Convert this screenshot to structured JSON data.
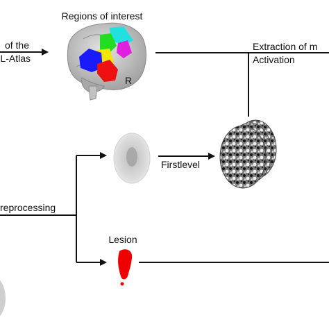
{
  "labels": {
    "regions_of_interest": "Regions of interest",
    "atlas_line1": "of the",
    "atlas_line2": "L-Atlas",
    "hemisphere_r": "R",
    "extraction_line1": "Extraction of m",
    "extraction_line2": "Activation",
    "firstlevel": "Firstlevel",
    "preprocessing": "reprocessing",
    "lesion": "Lesion"
  },
  "colors": {
    "line": "#111111",
    "brain_gray": "#b4b4b4",
    "roi_blue": "#1a1aff",
    "roi_red": "#ee1111",
    "roi_yellow": "#f2e600",
    "roi_green": "#22dd22",
    "roi_cyan": "#22e0e0",
    "roi_magenta": "#e020e0",
    "lesion_red": "#ee0000"
  },
  "icons": [
    "brain-3d-icon",
    "brain-axial-slice-icon",
    "activation-map-stack-icon",
    "lesion-mask-icon"
  ]
}
